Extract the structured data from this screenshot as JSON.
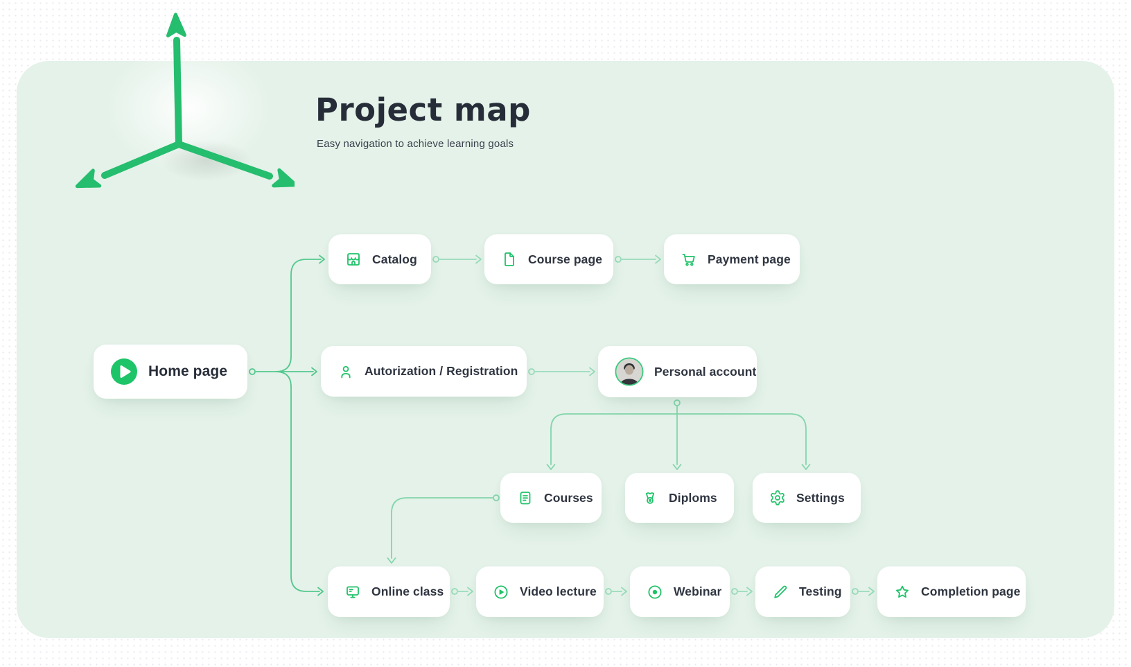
{
  "header": {
    "title": "Project map",
    "subtitle": "Easy navigation to achieve learning goals"
  },
  "nodes": {
    "home": {
      "label": "Home page",
      "icon": "play-circle-icon"
    },
    "catalog": {
      "label": "Catalog",
      "icon": "storefront-icon"
    },
    "course": {
      "label": "Course page",
      "icon": "document-icon"
    },
    "payment": {
      "label": "Payment page",
      "icon": "shopping-cart-icon"
    },
    "auth": {
      "label": "Autorization / Registration",
      "icon": "user-icon"
    },
    "personal": {
      "label": "Personal account",
      "icon": "avatar"
    },
    "courses": {
      "label": "Courses",
      "icon": "document-lines-icon"
    },
    "diploms": {
      "label": "Diploms",
      "icon": "medal-icon"
    },
    "settings": {
      "label": "Settings",
      "icon": "gear-icon"
    },
    "online": {
      "label": "Online class",
      "icon": "monitor-icon"
    },
    "video": {
      "label": "Video lecture",
      "icon": "play-outline-icon"
    },
    "webinar": {
      "label": "Webinar",
      "icon": "record-circle-icon"
    },
    "testing": {
      "label": "Testing",
      "icon": "pencil-icon"
    },
    "completion": {
      "label": "Completion page",
      "icon": "star-icon"
    }
  },
  "edges": [
    {
      "from": "home",
      "to": "catalog"
    },
    {
      "from": "home",
      "to": "auth"
    },
    {
      "from": "home",
      "to": "online"
    },
    {
      "from": "catalog",
      "to": "course"
    },
    {
      "from": "course",
      "to": "payment"
    },
    {
      "from": "auth",
      "to": "personal"
    },
    {
      "from": "personal",
      "to": "courses"
    },
    {
      "from": "personal",
      "to": "diploms"
    },
    {
      "from": "personal",
      "to": "settings"
    },
    {
      "from": "courses",
      "to": "online"
    },
    {
      "from": "online",
      "to": "video"
    },
    {
      "from": "video",
      "to": "webinar"
    },
    {
      "from": "webinar",
      "to": "testing"
    },
    {
      "from": "testing",
      "to": "completion"
    }
  ],
  "colors": {
    "panel_bg": "#e4f2e9",
    "accent_green": "#1fc269",
    "connector_dark": "#55c88e",
    "connector_light": "#98dcba",
    "text_dark": "#272d38"
  }
}
